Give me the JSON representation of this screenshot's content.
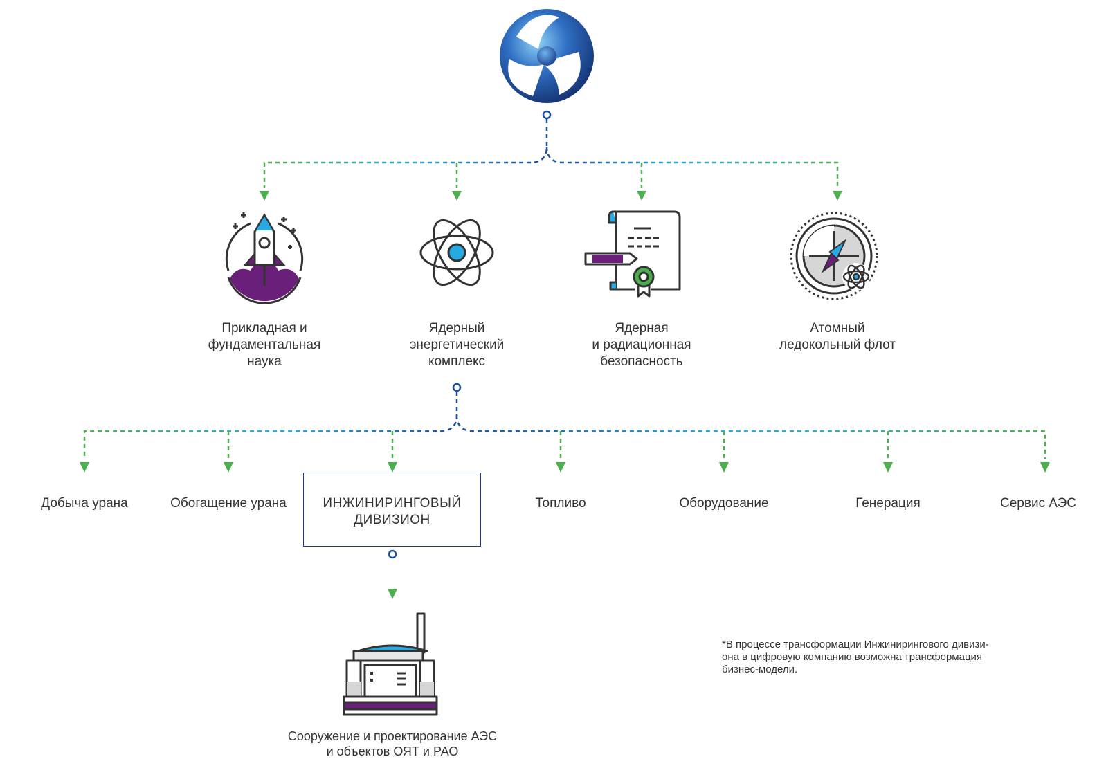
{
  "logo": {
    "name": "rosatom-logo-icon"
  },
  "colors": {
    "green": "#4caf50",
    "blue_dark": "#1c4f9c",
    "blue_light": "#27a9e1",
    "purple": "#6a1f7a",
    "box_border": "#1f3a8a",
    "text": "#333333"
  },
  "level1": [
    {
      "icon": "rocket-icon",
      "lines": [
        "Прикладная и",
        "фундаментальная",
        "наука"
      ]
    },
    {
      "icon": "atom-icon",
      "lines": [
        "Ядерный",
        "энергетический",
        "комплекс"
      ]
    },
    {
      "icon": "certificate-icon",
      "lines": [
        "Ядерная",
        "и радиационная",
        "безопасность"
      ]
    },
    {
      "icon": "compass-icon",
      "lines": [
        "Атомный",
        "ледокольный флот"
      ]
    }
  ],
  "level2": [
    {
      "label": "Добыча урана"
    },
    {
      "label": "Обогащение урана"
    },
    {
      "label": "ИНЖИНИРИНГОВЫЙ ДИВИЗИОН",
      "lines": [
        "ИНЖИНИРИНГОВЫЙ",
        "ДИВИЗИОН"
      ]
    },
    {
      "label": "Топливо"
    },
    {
      "label": "Оборудование"
    },
    {
      "label": "Генерация"
    },
    {
      "label": "Сервис АЭС"
    }
  ],
  "level3": {
    "icon": "nuclear-plant-icon",
    "lines": [
      "Сооружение и проектирование АЭС",
      "и объектов ОЯТ и РАО"
    ]
  },
  "footnote": {
    "lines": [
      "*В процессе трансформации Инжинирингового дивизи-",
      "она в цифровую компанию возможна трансформация",
      "бизнес-модели."
    ]
  }
}
